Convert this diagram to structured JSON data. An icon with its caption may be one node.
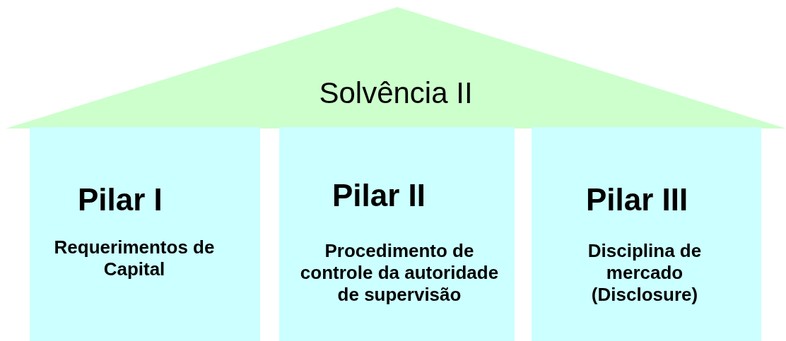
{
  "diagram": {
    "nodes": [
      {
        "text": [
          "Solvência II"
        ]
      },
      {
        "text": [
          "Pilar I",
          "Requerimentos de Capital"
        ]
      },
      {
        "text": [
          "Pilar II",
          "Procedimento de controle da autoridade de supervisão"
        ]
      },
      {
        "text": [
          "Pilar III",
          "Disciplina de mercado (Disclosure)"
        ]
      }
    ]
  }
}
